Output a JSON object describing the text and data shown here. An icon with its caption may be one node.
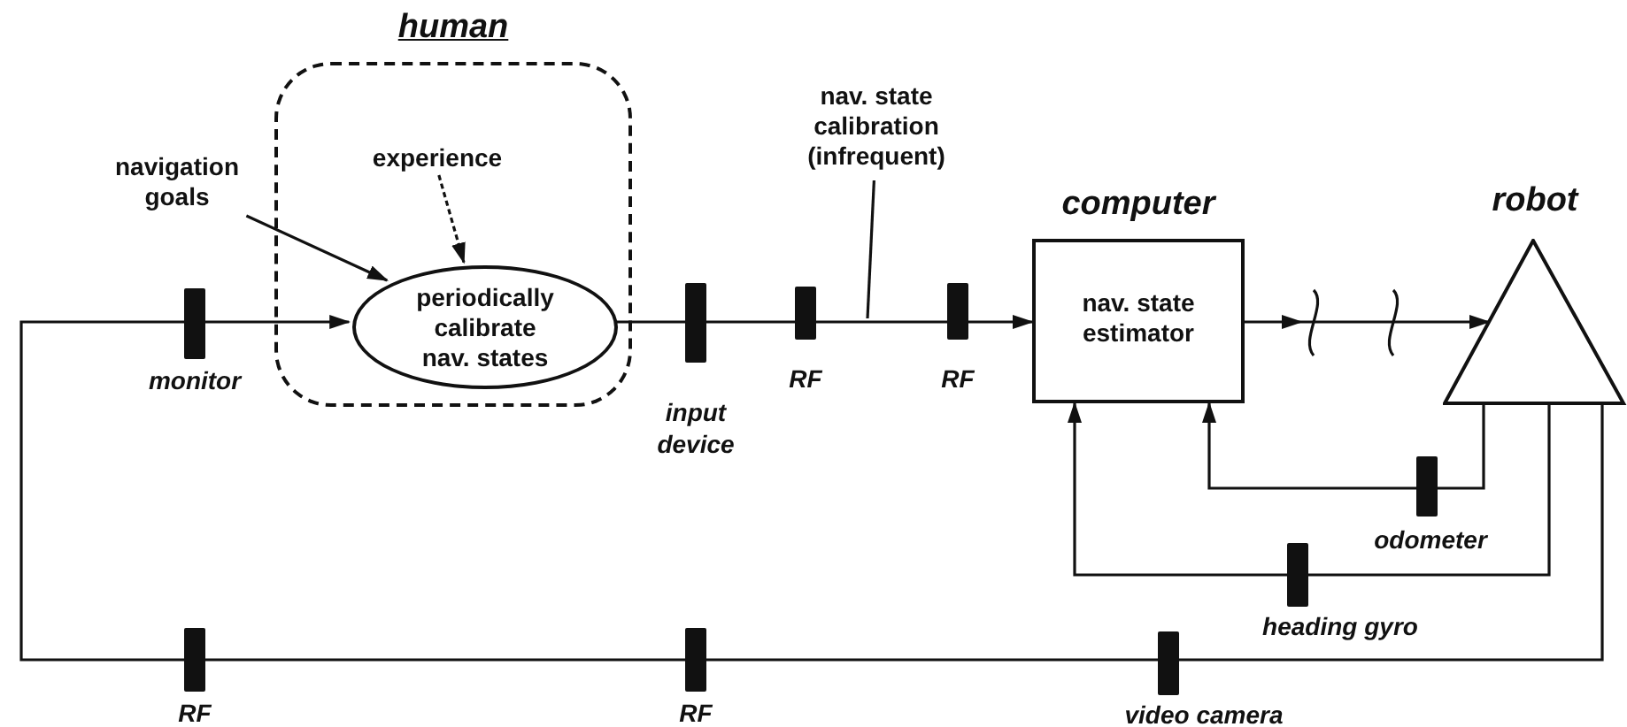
{
  "diagram": {
    "nodes": [
      {
        "text": [
          "human"
        ]
      },
      {
        "text": [
          "navigation goals"
        ]
      },
      {
        "text": [
          "experience"
        ],
        "in": 0
      },
      {
        "text": [
          "periodically calibrate nav. states"
        ],
        "in": 0
      },
      {
        "text": [
          "nav. state calibration (infrequent)"
        ]
      },
      {
        "text": [
          "computer",
          "nav. state estimator"
        ]
      },
      {
        "text": [
          "robot"
        ]
      },
      {
        "text": [],
        "shape": "bar",
        "beside": [
          "monitor"
        ]
      },
      {
        "text": [],
        "shape": "bar",
        "beside": [
          "input device"
        ]
      },
      {
        "text": [],
        "shape": "bar",
        "beside": [
          "RF"
        ]
      },
      {
        "text": [],
        "shape": "bar",
        "beside": [
          "RF"
        ]
      },
      {
        "text": [],
        "shape": "bar",
        "beside": [
          "odometer"
        ]
      },
      {
        "text": [],
        "shape": "bar",
        "beside": [
          "heading gyro"
        ]
      },
      {
        "text": [],
        "shape": "bar",
        "beside": [
          "RF"
        ]
      },
      {
        "text": [],
        "shape": "bar",
        "beside": [
          "RF"
        ]
      },
      {
        "text": [],
        "shape": "bar",
        "beside": [
          "video camera"
        ]
      }
    ],
    "edges": [
      {
        "from": 1,
        "to": 3,
        "arrow": "to"
      },
      {
        "from": 2,
        "to": 3,
        "arrow": "to",
        "style": "dashed"
      },
      {
        "from": 4,
        "to": null,
        "arrow": "none"
      },
      {
        "from": 7,
        "to": 3,
        "arrow": "to"
      },
      {
        "from": 3,
        "to": 8,
        "arrow": "none"
      },
      {
        "from": 8,
        "to": 9,
        "arrow": "none"
      },
      {
        "from": 9,
        "to": 10,
        "arrow": "none"
      },
      {
        "from": 10,
        "to": 5,
        "arrow": "to"
      },
      {
        "from": 5,
        "to": 6,
        "arrow": "to"
      },
      {
        "from": 6,
        "to": 11,
        "arrow": "none"
      },
      {
        "from": 11,
        "to": 5,
        "arrow": "to"
      },
      {
        "from": 6,
        "to": 12,
        "arrow": "none"
      },
      {
        "from": 12,
        "to": 5,
        "arrow": "to"
      },
      {
        "from": 6,
        "to": 15,
        "arrow": "none"
      },
      {
        "from": 15,
        "to": 14,
        "arrow": "none"
      },
      {
        "from": 14,
        "to": 13,
        "arrow": "none"
      },
      {
        "from": 13,
        "to": 7,
        "arrow": "none"
      }
    ]
  }
}
